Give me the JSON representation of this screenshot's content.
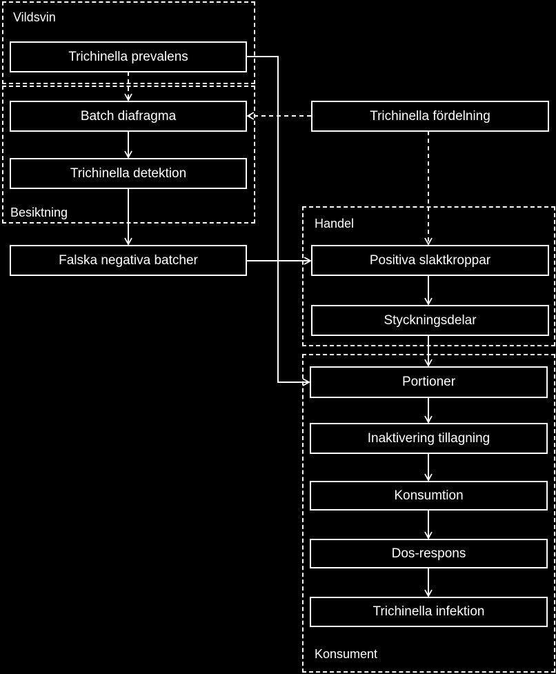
{
  "groups": {
    "vildsvin": "Vildsvin",
    "besiktning": "Besiktning",
    "handel": "Handel",
    "konsument": "Konsument"
  },
  "nodes": {
    "prevalens": "Trichinella prevalens",
    "batch_diafragma": "Batch diafragma",
    "detektion": "Trichinella detektion",
    "falska_negativa": "Falska negativa batcher",
    "fordelning": "Trichinella fördelning",
    "positiva": "Positiva slaktkroppar",
    "styckningsdelar": "Styckningsdelar",
    "portioner": "Portioner",
    "inaktivering": "Inaktivering tillagning",
    "konsumtion": "Konsumtion",
    "dos_respons": "Dos-respons",
    "infektion": "Trichinella infektion"
  },
  "colors": {
    "background": "#000000",
    "foreground": "#ffffff"
  }
}
